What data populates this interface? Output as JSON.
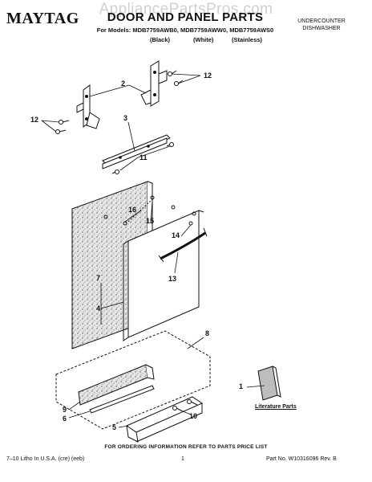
{
  "watermark": "AppliancePartsPros.com",
  "header": {
    "brand": "MAYTAG",
    "title": "DOOR AND PANEL PARTS",
    "models": "For Models: MDB7759AWB0, MDB7759AWW0, MDB7759AWS0",
    "variants": [
      "(Black)",
      "(White)",
      "(Stainless)"
    ],
    "appliance_type_line1": "UNDERCOUNTER",
    "appliance_type_line2": "DISHWASHER"
  },
  "callouts": [
    "2",
    "12",
    "12",
    "3",
    "11",
    "16",
    "15",
    "14",
    "13",
    "7",
    "4",
    "8",
    "9",
    "6",
    "5",
    "10",
    "1"
  ],
  "literature_label": "Literature Parts",
  "footer": {
    "ordering_note": "FOR ORDERING INFORMATION REFER TO PARTS PRICE LIST",
    "litho": "7–10 Litho In U.S.A. (cre) (eeb)",
    "page": "1",
    "part_no": "Part No. W10316096 Rev. B"
  },
  "colors": {
    "line": "#111111",
    "watermark": "#969696"
  }
}
